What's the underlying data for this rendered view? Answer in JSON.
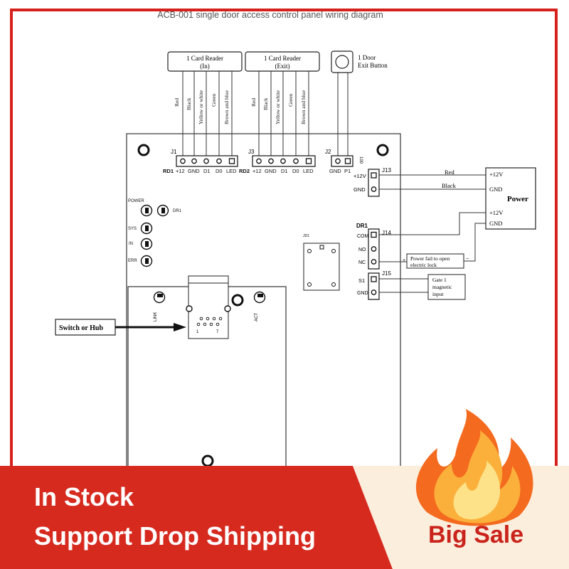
{
  "title": "ACB-001 single door access control panel wiring diagram",
  "reader_in": {
    "line1": "1 Card Reader",
    "line2": "(In)"
  },
  "reader_exit": {
    "line1": "1 Card Reader",
    "line2": "(Exit)"
  },
  "exit_button": {
    "line1": "1 Door",
    "line2": "Exit Button"
  },
  "wire_colors": [
    "Red",
    "Black",
    "Yellow or white",
    "Green",
    "Brown and blue"
  ],
  "j1": {
    "label": "J1",
    "pins": [
      "RD1",
      "+12",
      "GND",
      "D1",
      "D0",
      "LED"
    ]
  },
  "j3": {
    "label": "J3",
    "pins": [
      "RD2",
      "+12",
      "GND",
      "D1",
      "D0",
      "LED"
    ]
  },
  "j2": {
    "label": "J2",
    "pins": [
      "GND",
      "P1"
    ],
    "side": "100"
  },
  "j13": {
    "label": "J13",
    "pins": [
      "+12V",
      "GND"
    ]
  },
  "j14": {
    "label": "J14",
    "header": "DR1",
    "pins": [
      "COM",
      "NO",
      "NC"
    ]
  },
  "j15": {
    "label": "J15",
    "pins": [
      "S1",
      "GND"
    ]
  },
  "leds": {
    "power": "POWER",
    "dr1": "DR1",
    "sys": "SYS",
    "in": "IN",
    "err": "ERR",
    "link": "LINK",
    "act": "ACT"
  },
  "jd1": "JD1",
  "power_box": {
    "title": "Power",
    "v1": "+12V",
    "gnd1": "GND",
    "v2": "+12V",
    "gnd2": "GND"
  },
  "wire_red": "Red",
  "wire_black": "Black",
  "lock_box": {
    "line1": "Power fail to open",
    "line2": "electric lock",
    "plus": "+",
    "minus": "−"
  },
  "gate_box": {
    "line1": "Gate 1",
    "line2": "magnetic",
    "line3": "input"
  },
  "switch_label": "Switch or Hub",
  "rj45_pins": {
    "first": "1",
    "last": "7"
  },
  "banner": {
    "in_stock": "In Stock",
    "drop_shipping": "Support Drop Shipping",
    "big_sale": "Big Sale"
  },
  "colors": {
    "banner_red": "#d62a1f",
    "banner_cream": "#fbeedd",
    "sale_text": "#c9231b",
    "frame": "#d6201c"
  }
}
